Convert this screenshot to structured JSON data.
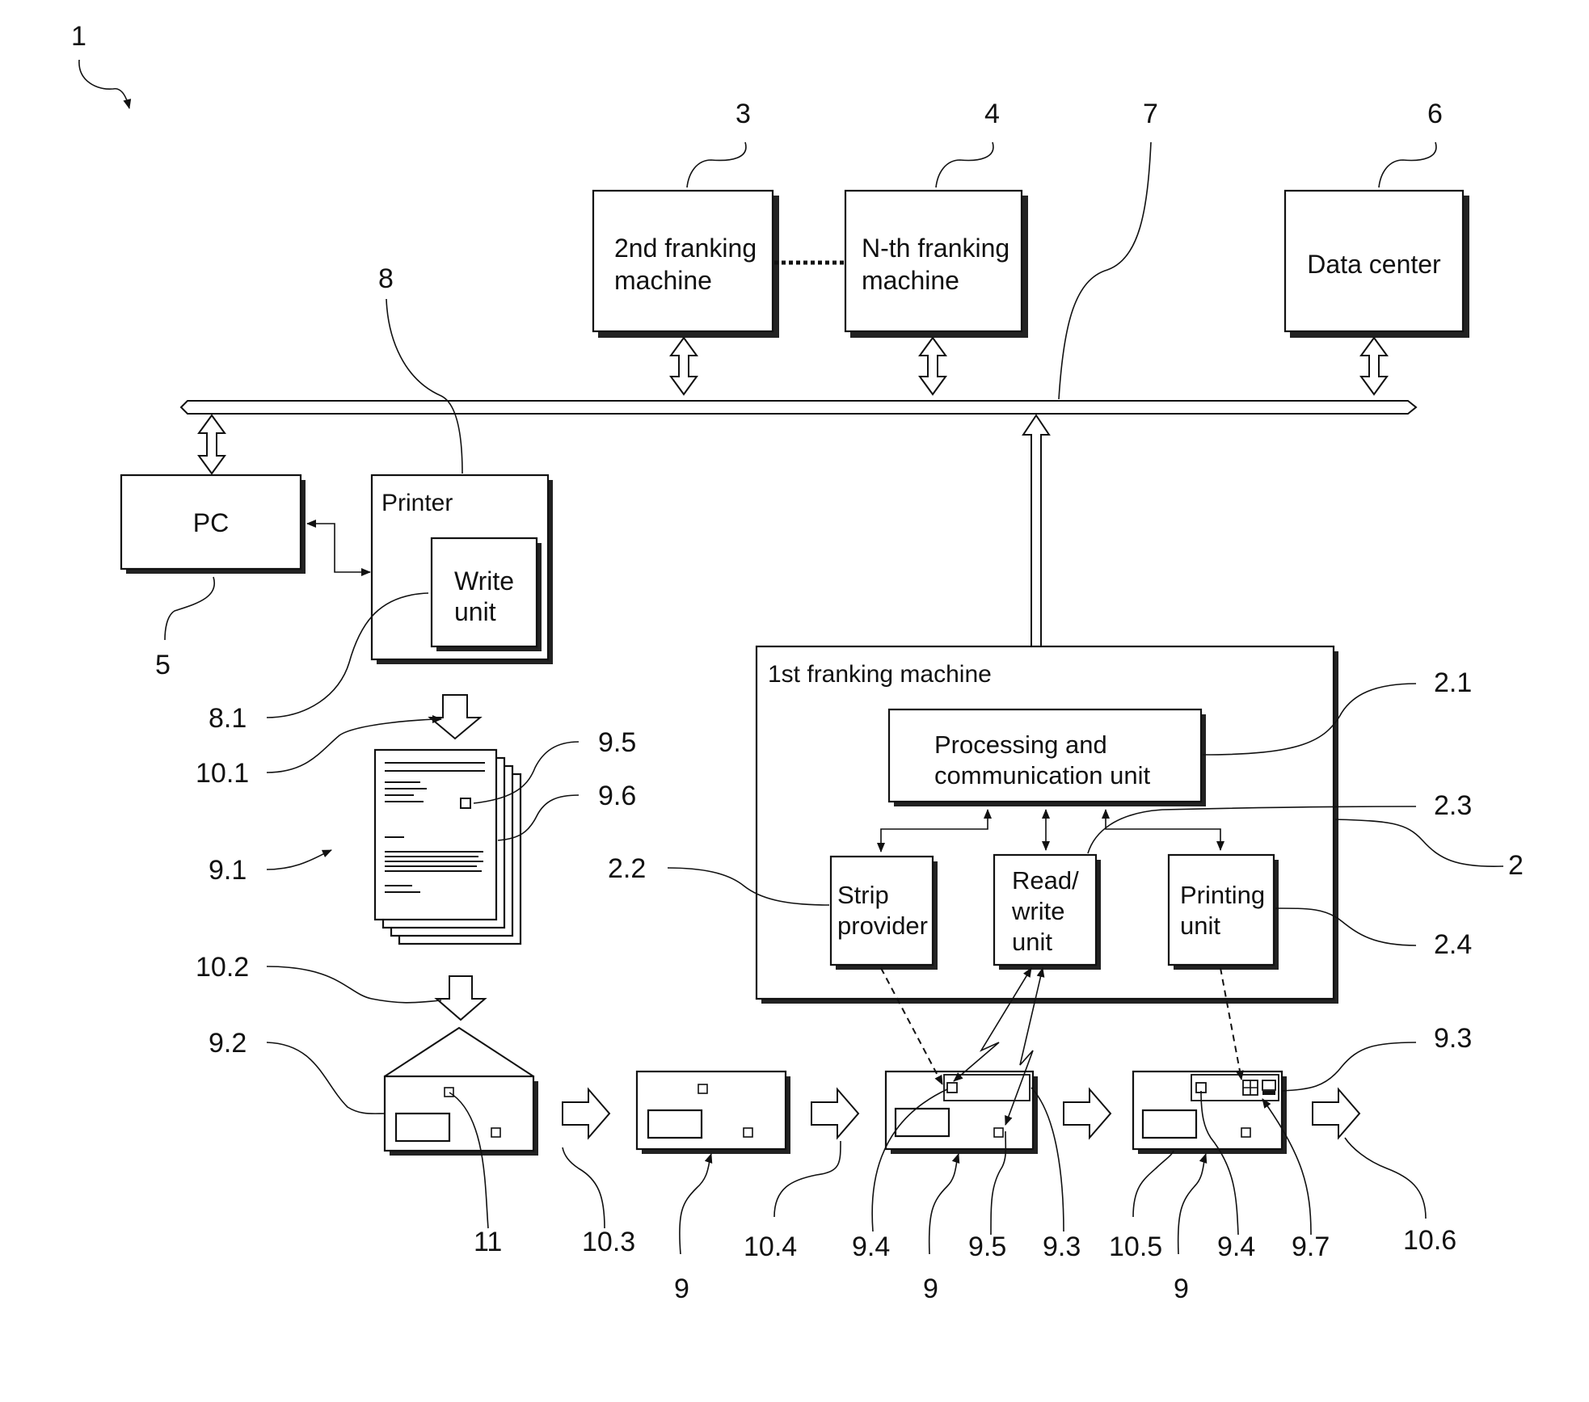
{
  "boxes": {
    "second_franking": [
      "2nd franking",
      "machine"
    ],
    "nth_franking": [
      "N-th franking",
      "machine"
    ],
    "data_center": "Data center",
    "pc": "PC",
    "printer": "Printer",
    "write_unit": [
      "Write",
      "unit"
    ],
    "first_franking": "1st franking machine",
    "processing_unit": [
      "Processing and",
      "communication unit"
    ],
    "strip_provider": [
      "Strip",
      "provider"
    ],
    "read_write_unit": [
      "Read/",
      "write",
      "unit"
    ],
    "printing_unit": [
      "Printing",
      "unit"
    ]
  },
  "refs": {
    "r1": "1",
    "r3": "3",
    "r4": "4",
    "r7": "7",
    "r6": "6",
    "r8": "8",
    "r5": "5",
    "r8_1": "8.1",
    "r10_1": "10.1",
    "r9_5_top": "9.5",
    "r9_6": "9.6",
    "r9_1": "9.1",
    "r10_2": "10.2",
    "r9_2": "9.2",
    "r11": "11",
    "r10_3": "10.3",
    "r9_a": "9",
    "r10_4": "10.4",
    "r9_4_a": "9.4",
    "r9_b": "9",
    "r9_5_b": "9.5",
    "r9_3_b": "9.3",
    "r10_5": "10.5",
    "r9_c": "9",
    "r9_4_b": "9.4",
    "r9_7": "9.7",
    "r10_6": "10.6",
    "r9_3_top": "9.3",
    "r2_1": "2.1",
    "r2_3": "2.3",
    "r2": "2",
    "r2_2": "2.2",
    "r2_4": "2.4"
  }
}
